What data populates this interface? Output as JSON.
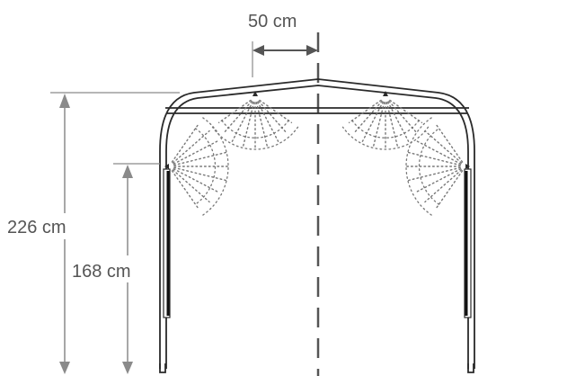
{
  "labels": {
    "top_offset": "50 cm",
    "total_height": "226 cm",
    "nozzle_height": "168 cm"
  },
  "colors": {
    "outline": "#2a2a2a",
    "dimension": "#8a8a8a",
    "centerline": "#555555",
    "text": "#555555"
  }
}
